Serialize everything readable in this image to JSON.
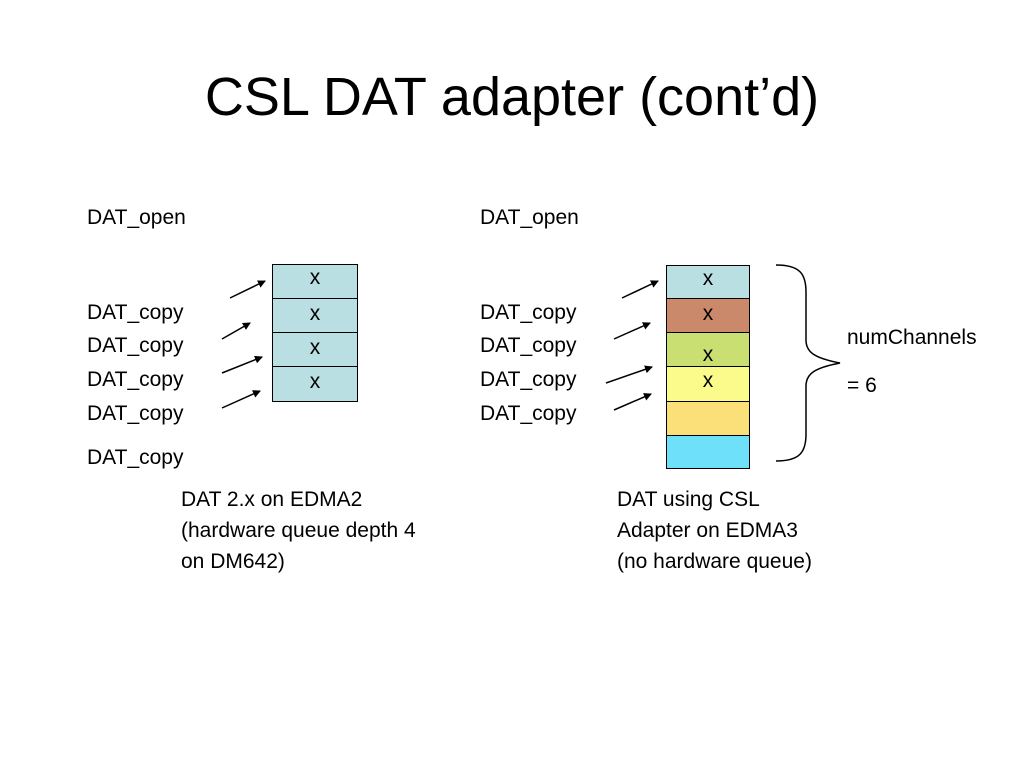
{
  "title": "CSL DAT adapter (cont’d)",
  "left": {
    "open_label": "DAT_open",
    "copy_labels": [
      "DAT_copy",
      "DAT_copy",
      "DAT_copy",
      "DAT_copy",
      "DAT_copy"
    ],
    "queue_slots": [
      {
        "mark": "x",
        "color": "#b9dfe3"
      },
      {
        "mark": "x",
        "color": "#b9dfe3"
      },
      {
        "mark": "x",
        "color": "#b9dfe3"
      },
      {
        "mark": "x",
        "color": "#b9dfe3"
      }
    ],
    "caption": [
      "DAT 2.x on EDMA2",
      "(hardware queue depth 4",
      "on DM642)"
    ]
  },
  "right": {
    "open_label": "DAT_open",
    "copy_labels": [
      "DAT_copy",
      "DAT_copy",
      "DAT_copy",
      "DAT_copy"
    ],
    "queue_slots": [
      {
        "mark": "x",
        "color": "#b9dfe3"
      },
      {
        "mark": "x",
        "color": "#c9896a"
      },
      {
        "mark": "x",
        "color": "#c9df72"
      },
      {
        "mark": "x",
        "color": "#fbfb8c"
      },
      {
        "mark": "",
        "color": "#fbe07a"
      },
      {
        "mark": "",
        "color": "#6fe0fa"
      }
    ],
    "brace_label_1": "numChannels",
    "brace_label_2": "= 6",
    "caption": [
      "DAT using CSL",
      "Adapter on EDMA3",
      "(no hardware queue)"
    ]
  },
  "colors": {
    "slot_border": "#000000",
    "arrow": "#000000"
  }
}
